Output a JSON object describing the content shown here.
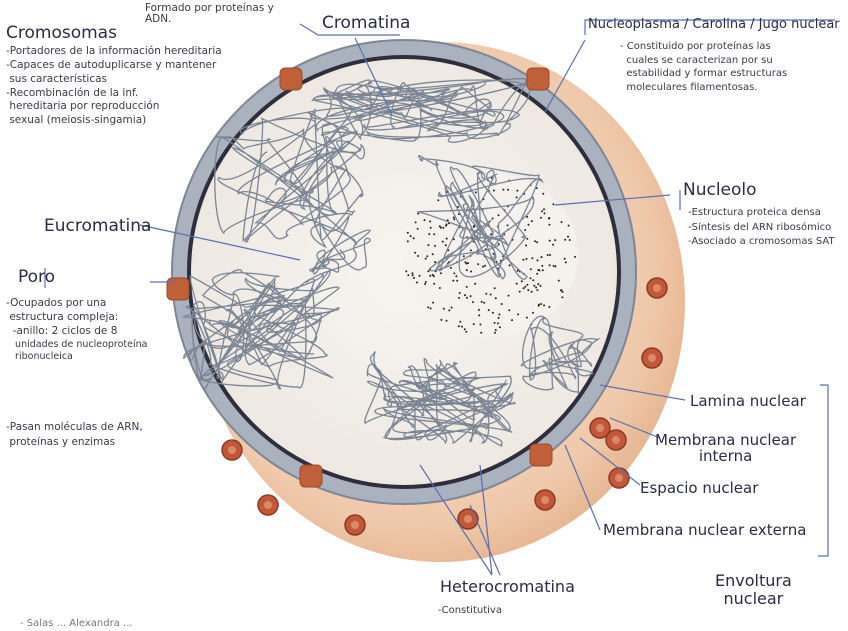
{
  "labels": {
    "formado": "Formado por proteínas y\nADN.",
    "cromatina": "Cromatina",
    "cromosomas": "Cromosomas",
    "crom_notes": [
      "-Portadores de la información hereditaria",
      "-Capaces de autoduplicarse y mantener",
      " sus características",
      "-Recombinación de la inf.",
      " hereditaria por reproducción",
      " sexual (meiosis-singamia)"
    ],
    "nucleoplasma": "Nucleoplasma / Carolina / Jugo nuclear",
    "nucleoplasma_notes": [
      "- Constituido por proteínas las",
      "  cuales se caracterizan por su",
      "  estabilidad y formar estructuras",
      "  moleculares filamentosas."
    ],
    "nucleolo": "Nucleolo",
    "nucleolo_notes": [
      "-Estructura proteica densa",
      "-Síntesis del ARN ribosómico",
      "-Asociado a cromosomas SAT"
    ],
    "eucromatina": "Eucromatina",
    "poro": "Poro",
    "poro_notes": [
      "-Ocupados por una",
      " estructura compleja:",
      "  -anillo: 2 ciclos de 8",
      "   unidades de nucleoproteína",
      "   ribonucleica"
    ],
    "pasan": [
      "-Pasan moléculas de ARN,",
      " proteínas y enzimas"
    ],
    "lamina": "Lamina nuclear",
    "membrana_interna": "Membrana nuclear\ninterna",
    "espacio": "Espacio nuclear",
    "membrana_externa": "Membrana nuclear externa",
    "envoltura": "Envoltura\nnuclear",
    "heterocromatina": "Heterocromatina",
    "constitutiva": "-Constitutiva",
    "author": "- Salas ... Alexandra ..."
  },
  "colors": {
    "ink": "#5a6fb0",
    "nucleus_fill": "#f3efea",
    "envelope_outer": "#e9bf9e",
    "membrane": "#2e2e3c",
    "lamina": "#a9b2be",
    "pore": "#c0603a",
    "ribosome": "#c2573a"
  }
}
